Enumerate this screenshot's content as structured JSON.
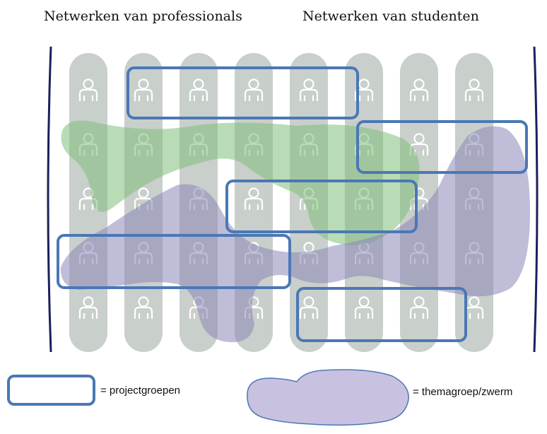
{
  "headings": {
    "left": "Netwerken van professionals",
    "right": "Netwerken van studenten"
  },
  "grid": {
    "columns": 8,
    "rows": 5,
    "person_icon": "person-outline-icon"
  },
  "colors": {
    "column": "#c9cfcb",
    "person": "#ffffff",
    "project_border": "#4a78b5",
    "theme_green": "#7fbf7b",
    "theme_purple": "#8b87b8",
    "bracket": "#1c1f5c",
    "legend_blob_fill": "#c8c2e0",
    "legend_blob_stroke": "#4a78b5"
  },
  "legend": {
    "project_label": "= projectgroepen",
    "theme_label": "= themagroep/zwerm"
  }
}
